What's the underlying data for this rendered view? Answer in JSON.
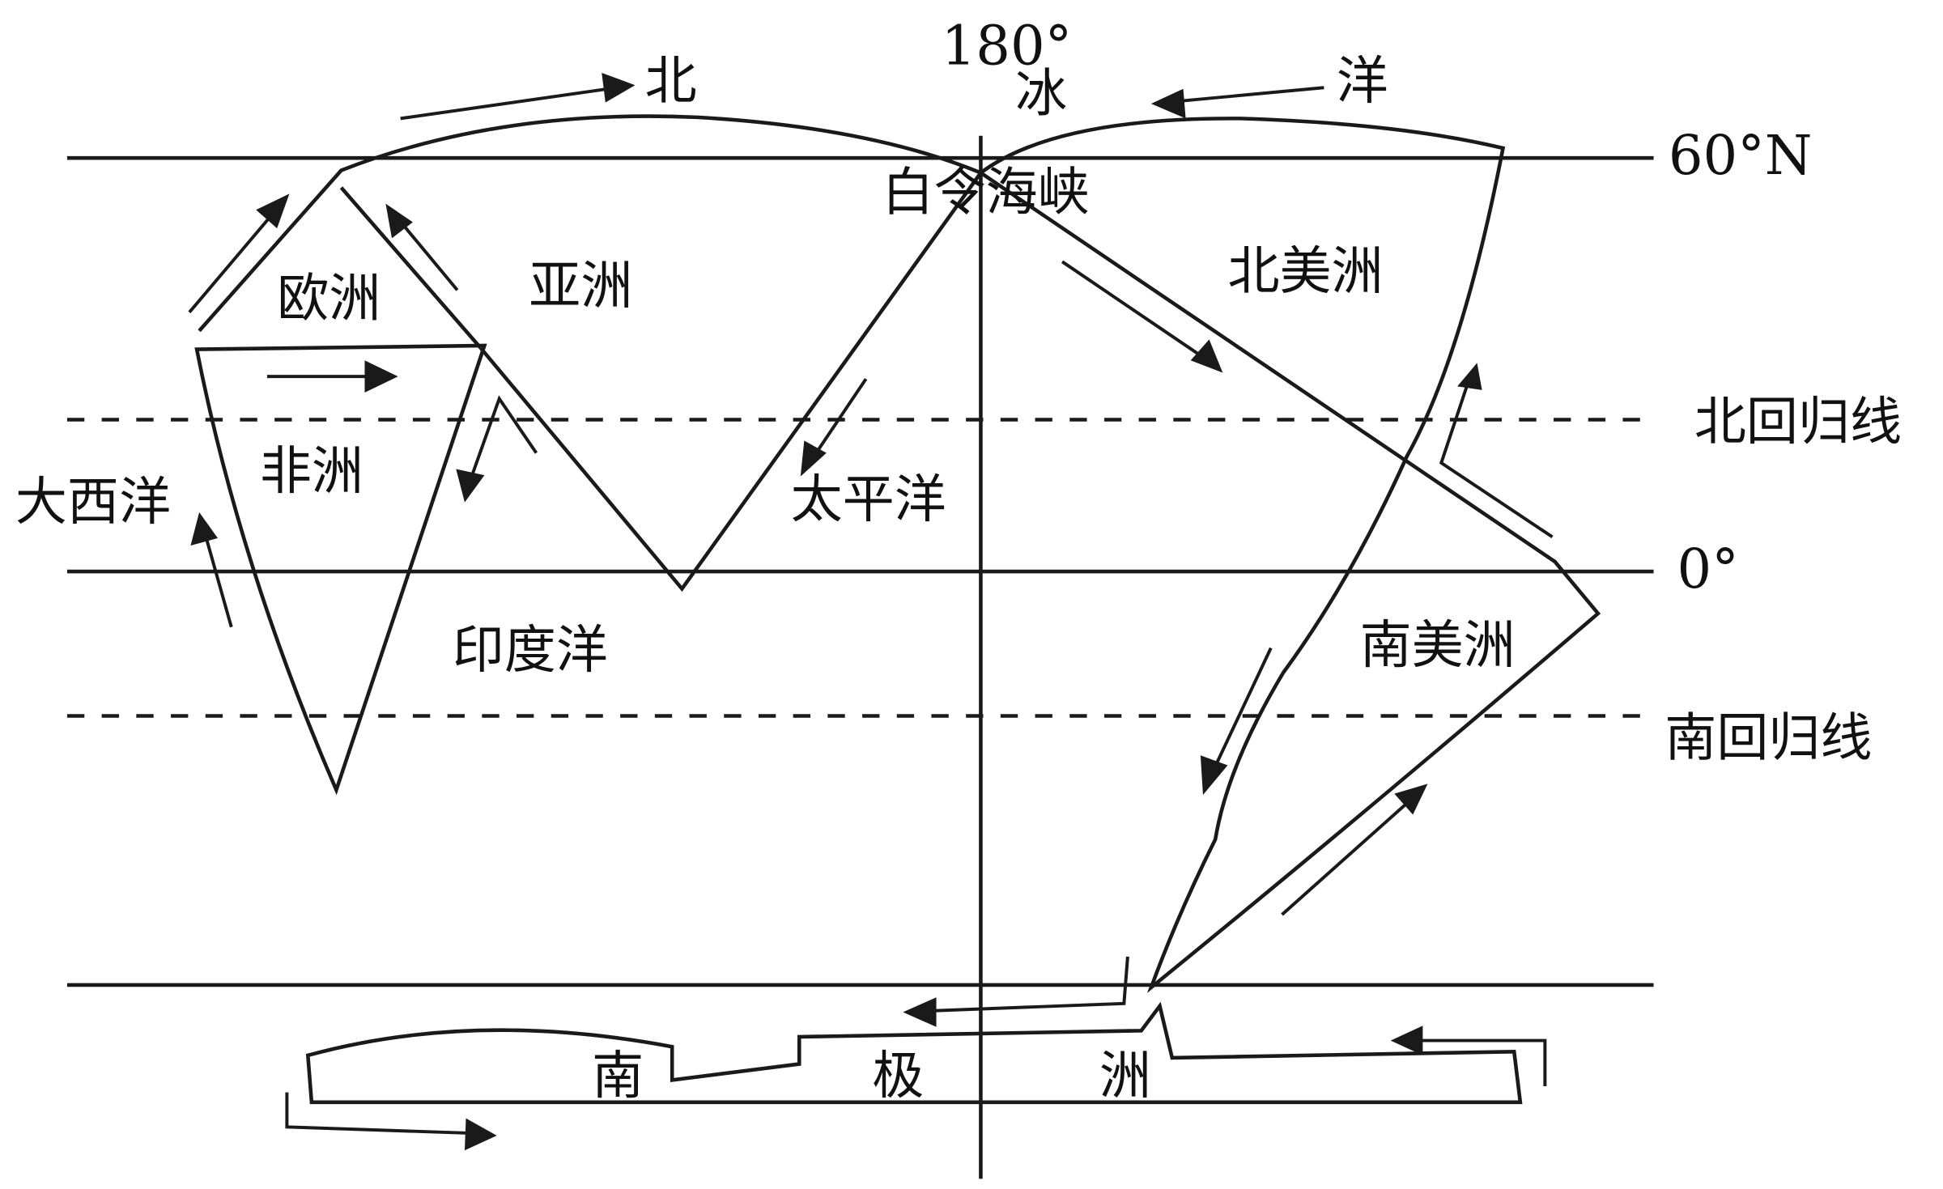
{
  "diagram": {
    "title": "世界大洋环流示意图",
    "meridian_label": "180°",
    "latitude_labels": {
      "n60": "60°N",
      "tropic_cancer": "北回归线",
      "equator": "0°",
      "tropic_capricorn": "南回归线"
    },
    "continents": {
      "europe": "欧洲",
      "asia": "亚洲",
      "africa": "非洲",
      "north_america": "北美洲",
      "south_america": "南美洲",
      "antarctica": [
        "南",
        "极",
        "洲"
      ]
    },
    "oceans": {
      "arctic": [
        "北",
        "冰",
        "洋"
      ],
      "atlantic": "大西洋",
      "pacific": "太平洋",
      "indian": "印度洋"
    },
    "strait": "白令海峡",
    "current_arrows": [
      {
        "id": "arctic-east",
        "direction": "east"
      },
      {
        "id": "arctic-west",
        "direction": "west"
      },
      {
        "id": "europe-west-coast-north",
        "direction": "northeast"
      },
      {
        "id": "europe-asia-north",
        "direction": "northwest"
      },
      {
        "id": "north-africa-east",
        "direction": "east"
      },
      {
        "id": "east-africa-south",
        "direction": "south"
      },
      {
        "id": "west-africa-north",
        "direction": "north"
      },
      {
        "id": "asia-east-coast-south",
        "direction": "southwest"
      },
      {
        "id": "north-america-west-coast-southeast",
        "direction": "southeast"
      },
      {
        "id": "north-america-east-coast-north",
        "direction": "north"
      },
      {
        "id": "south-america-west-coast-south",
        "direction": "south"
      },
      {
        "id": "south-america-east-coast-north",
        "direction": "northeast"
      },
      {
        "id": "antarctic-west",
        "direction": "west"
      },
      {
        "id": "antarctic-east-left",
        "direction": "east"
      },
      {
        "id": "antarctic-west-right",
        "direction": "west"
      }
    ]
  }
}
